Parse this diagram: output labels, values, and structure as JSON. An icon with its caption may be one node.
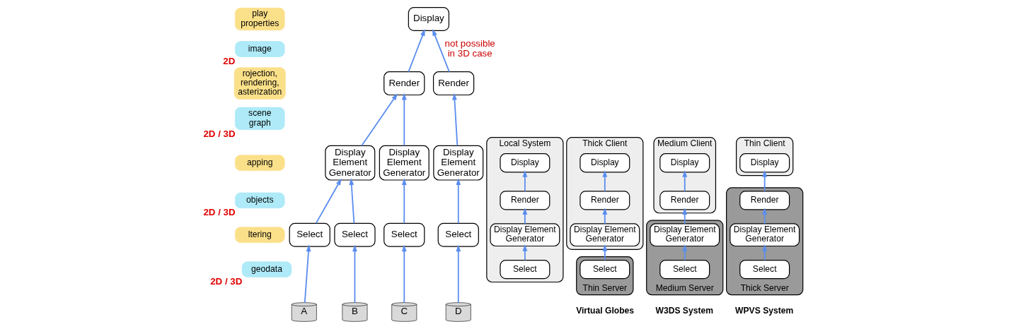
{
  "diagram": {
    "nodes": [
      {
        "text": [
          "play properties"
        ]
      },
      {
        "text": [
          "Display"
        ]
      },
      {
        "text": [
          "image"
        ],
        "beside": [
          "2D"
        ]
      },
      {
        "text": [
          "rojection, rendering, asterization"
        ]
      },
      {
        "text": [
          "Render"
        ]
      },
      {
        "text": [
          "Render"
        ]
      },
      {
        "text": [
          "scene graph"
        ],
        "beside": [
          "2D / 3D"
        ]
      },
      {
        "text": [
          "apping"
        ]
      },
      {
        "text": [
          "Display Element Generator"
        ]
      },
      {
        "text": [
          "Display Element Generator"
        ]
      },
      {
        "text": [
          "Display Element Generator"
        ]
      },
      {
        "text": [
          "objects"
        ],
        "beside": [
          "2D / 3D"
        ]
      },
      {
        "text": [
          "ltering"
        ]
      },
      {
        "text": [
          "Select"
        ]
      },
      {
        "text": [
          "Select"
        ]
      },
      {
        "text": [
          "Select"
        ]
      },
      {
        "text": [
          "Select"
        ]
      },
      {
        "text": [
          "geodata"
        ],
        "beside": [
          "2D / 3D"
        ]
      },
      {
        "text": [
          "A"
        ]
      },
      {
        "text": [
          "B"
        ]
      },
      {
        "text": [
          "C"
        ]
      },
      {
        "text": [
          "D"
        ]
      },
      {
        "text": [
          "Local System"
        ]
      },
      {
        "text": [
          "Display"
        ],
        "in": 22
      },
      {
        "text": [
          "Render"
        ],
        "in": 22
      },
      {
        "text": [
          "Display Element Generator"
        ],
        "in": 22
      },
      {
        "text": [
          "Select"
        ],
        "in": 22
      },
      {
        "text": [
          "Thick Client"
        ]
      },
      {
        "text": [
          "Display"
        ],
        "in": 27
      },
      {
        "text": [
          "Render"
        ],
        "in": 27
      },
      {
        "text": [
          "Display Element Generator"
        ],
        "in": 27
      },
      {
        "text": [
          "Thin Server"
        ]
      },
      {
        "text": [
          "Select"
        ],
        "in": 31
      },
      {
        "text": [
          "Medium Client"
        ]
      },
      {
        "text": [
          "Display"
        ],
        "in": 33
      },
      {
        "text": [
          "Render"
        ],
        "in": 33
      },
      {
        "text": [
          "Medium Server"
        ]
      },
      {
        "text": [
          "Display Element Generator"
        ],
        "in": 36
      },
      {
        "text": [
          "Select"
        ],
        "in": 36
      },
      {
        "text": [
          "Thin Client"
        ]
      },
      {
        "text": [
          "Display"
        ],
        "in": 39
      },
      {
        "text": [
          "Thick Server"
        ]
      },
      {
        "text": [
          "Render"
        ],
        "in": 41
      },
      {
        "text": [
          "Display Element Generator"
        ],
        "in": 41
      },
      {
        "text": [
          "Select"
        ],
        "in": 41
      }
    ],
    "edges": [
      {
        "from": 18,
        "to": 13,
        "arrow": "to"
      },
      {
        "from": 19,
        "to": 14,
        "arrow": "to"
      },
      {
        "from": 20,
        "to": 15,
        "arrow": "to"
      },
      {
        "from": 21,
        "to": 16,
        "arrow": "to"
      },
      {
        "from": 13,
        "to": 8,
        "arrow": "to"
      },
      {
        "from": 14,
        "to": 8,
        "arrow": "to"
      },
      {
        "from": 15,
        "to": 9,
        "arrow": "to"
      },
      {
        "from": 16,
        "to": 10,
        "arrow": "to"
      },
      {
        "from": 8,
        "to": 4,
        "arrow": "to"
      },
      {
        "from": 9,
        "to": 4,
        "arrow": "to"
      },
      {
        "from": 10,
        "to": 5,
        "arrow": "to"
      },
      {
        "from": 4,
        "to": 1,
        "arrow": "to"
      },
      {
        "from": 5,
        "to": 1,
        "arrow": "to",
        "label": "not possible in 3D case"
      },
      {
        "from": 26,
        "to": 25,
        "arrow": "to"
      },
      {
        "from": 25,
        "to": 24,
        "arrow": "to"
      },
      {
        "from": 24,
        "to": 23,
        "arrow": "to"
      },
      {
        "from": 32,
        "to": 30,
        "arrow": "to"
      },
      {
        "from": 30,
        "to": 29,
        "arrow": "to"
      },
      {
        "from": 29,
        "to": 28,
        "arrow": "to"
      },
      {
        "from": 38,
        "to": 37,
        "arrow": "to"
      },
      {
        "from": 37,
        "to": 35,
        "arrow": "to"
      },
      {
        "from": 35,
        "to": 34,
        "arrow": "to"
      },
      {
        "from": 44,
        "to": 43,
        "arrow": "to"
      },
      {
        "from": 43,
        "to": 42,
        "arrow": "to"
      },
      {
        "from": 42,
        "to": 40,
        "arrow": "to"
      }
    ],
    "labels": [
      "Virtual Globes",
      "W3DS System",
      "WPVS System"
    ]
  }
}
